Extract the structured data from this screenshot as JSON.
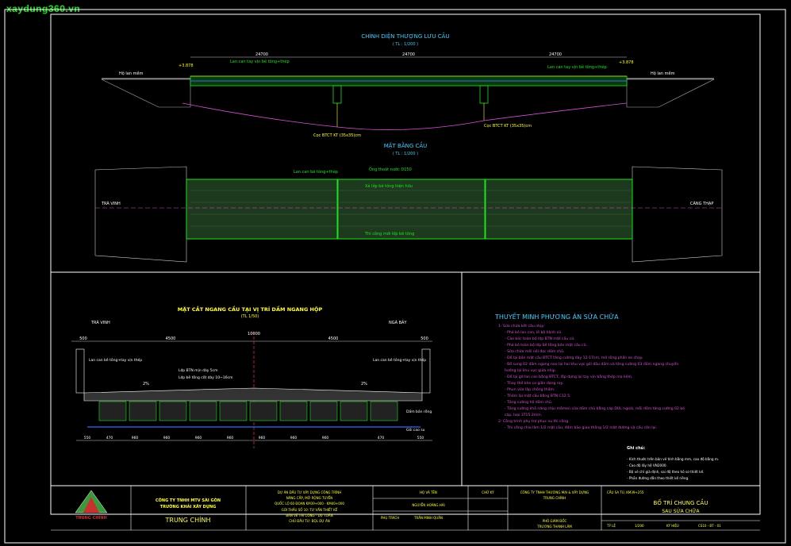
{
  "watermark": "xaydung360.vn",
  "elevation": {
    "title": "CHÍNH DIỆN THƯỢNG LƯU CẦU",
    "scale": "( TL : 1/200 )",
    "spans": [
      "24700",
      "24700",
      "24700"
    ],
    "levels": [
      "+3.878",
      "+3.878"
    ],
    "left_label": "Hộ lan mềm",
    "right_label": "Hộ lan mềm",
    "railing_left": "Lan can tay vịn bê tông+thép",
    "railing_right": "Lan can tay vịn bê tông+thép",
    "pile_labels": [
      "Cọc BTCT KT (35x35)cm",
      "Cọc BTCT KT (35x35)cm"
    ]
  },
  "plan": {
    "title": "MẶT BẰNG CẦU",
    "scale": "( TL : 1/200 )",
    "left_dir": "TRÀ VINH",
    "right_dir": "CÀNG THẠP",
    "drain_label": "Ống thoát nước D150",
    "railing_label": "Lan can bê tông+thép",
    "repave_label": "Xả lớp bê tông hiện hữu",
    "new_label": "Thi công mới lớp bê tông"
  },
  "section": {
    "title": "MẶT CẮT NGANG CẦU TẠI VỊ TRÍ DẦM NGANG HỘP",
    "scale": "(TL 1/50)",
    "left_dir": "TRÀ VINH",
    "right_dir": "NGÃ BẢY",
    "top_dims": [
      "500",
      "4500",
      "4500",
      "500"
    ],
    "total": "10000",
    "bottom_dims": [
      "550",
      "470",
      "960",
      "960",
      "960",
      "960",
      "960",
      "960",
      "960",
      "470",
      "550"
    ],
    "slope_left": "2%",
    "slope_right": "2%",
    "rail_left": "Lan can bê tông+tay vịn thép",
    "rail_right": "Lan can bê tông+tay vịn thép",
    "layer1": "Lớp BTN mịn dày 5cm",
    "layer2": "Lớp bê tông cốt dày 10~16cm",
    "beam_label": "Dầm bản rỗng",
    "pier_label": "Gối cao su"
  },
  "notes": {
    "title": "THUYẾT MINH PHƯƠNG ÁN SỬA CHỮA",
    "lines": [
      "1- Sửa chữa kết cấu nhịp:",
      "- Phá bỏ lan can, lề bộ hành cũ.",
      "- Cào bóc toàn bộ lớp BTN mặt cầu cũ.",
      "- Phá bỏ toàn bộ lớp bê tông bản mặt cầu cũ.",
      "- Sửa chữa mối nối dọc dầm chủ.",
      "- Đổ lại bản mặt cầu BTCT tăng cường dày 12-17cm, mở rộng phần xe chạy.",
      "- Bổ sung 02 dầm ngang neo lại hai khu vực gối đầu dầm và tăng cường 03 dầm ngang chuyển",
      "  hướng lại khu vực giữa nhịp.",
      "- Đổ lại gờ lan can bằng BTCT, lắp dựng lại tay vịn bằng thép mạ kẽm.",
      "- Thay thế khe co giãn dạng ray.",
      "- Phun vữa lấp chống thấm.",
      "- Thảm lại mặt cầu bằng BTN C12.5.",
      "- Tăng cường hệ dầm chủ.",
      "- Tăng cường khả năng chịu mômen của dầm chủ bằng cáp DUL ngoài, mỗi dầm tăng cường 02 bó",
      "  cáp, loại 3T15.2mm.",
      "2- Công trình phụ trợ phục vụ thi công",
      "- Thi công chia làm 1/2 mặt cầu, đảm bảo giao thông 1/2 mặt đường và cầu còn lại."
    ],
    "side_title": "Ghi chú:",
    "side_lines": [
      "- Kích thước trên bản vẽ tính bằng mm, cao độ bằng m.",
      "- Cao độ lấy hệ VN2000.",
      "- Bộ vẽ chỉ giá định, sai độ theo hồ sơ thiết kế.",
      "- Phần đường dẫn theo thiết kế riêng."
    ]
  },
  "titleblock": {
    "company_1": "CÔNG TY TNHH MTV SÀI GÒN",
    "company_2": "TRƯỜNG KHẢI XÂY DỰNG",
    "logo_text": "TRUNG CHÍNH",
    "brand": "TRUNG CHÍNH",
    "project_1": "DỰ ÁN ĐẦU TƯ XÂY DỰNG CÔNG TRÌNH",
    "project_2": "NÂNG CẤP, MỞ RỘNG TUYẾN",
    "project_3": "QUỐC LỘ 60 ĐOẠN KM39+000 - KM40+000",
    "project_4": "GÓI THẦU SỐ 10: TƯ VẤN THIẾT KẾ",
    "project_5": "BẢN VẼ THI CÔNG - DỰ TOÁN",
    "project_6": "CHỦ ĐẦU TƯ: BQL DỰ ÁN",
    "col_role": "HỌ VÀ TÊN",
    "col_sign": "CHỮ KÝ",
    "person_1": "NGUYỄN HOÀNG HẢI",
    "person_2": "TRẦN MINH QUÂN",
    "role_1": "PHỤ TRÁCH",
    "owner_1": "CÔNG TY TNHH THƯƠNG MẠI & XÂY DỰNG",
    "owner_2": "TRUNG CHÍNH",
    "director_1": "PHÓ GIÁM ĐỐC",
    "director_2": "TRƯƠNG THANH LÂM",
    "bridge_name": "CẦU SA TÚ, KM39+255",
    "drawing_title_1": "BỐ TRÍ CHUNG CẦU",
    "drawing_title_2": "SAU SỬA CHỮA",
    "scale_lbl": "TỶ LỆ",
    "scale_val": "1/200",
    "sheet_lbl": "KÝ HIỆU",
    "sheet_val": "CS10 - BT - 01"
  }
}
